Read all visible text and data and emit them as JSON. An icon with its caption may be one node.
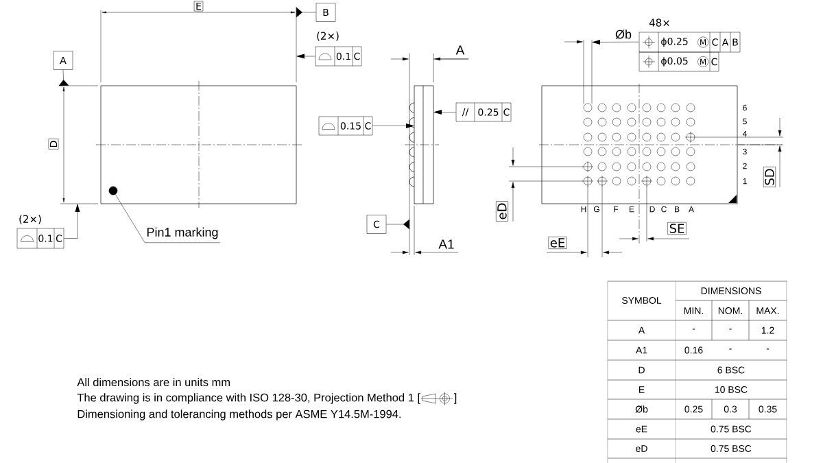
{
  "diagram": {
    "nodes": [
      {
        "text": [],
        "shape": "box"
      },
      {
        "text": [],
        "shape": "circle",
        "in": 0
      },
      {
        "text": [
          "Pin1 marking"
        ]
      },
      {
        "text": [
          "A"
        ]
      },
      {
        "text": [
          "B"
        ]
      },
      {
        "text": [
          "0.1",
          "C"
        ],
        "beside": [
          "(2×)"
        ]
      },
      {
        "text": [
          "0.1",
          "C"
        ],
        "beside": [
          "(2×)"
        ]
      },
      {
        "text": [],
        "shape": "box"
      },
      {
        "text": [
          "0.15",
          "C"
        ]
      },
      {
        "text": [
          "//",
          "0.25",
          "C"
        ]
      },
      {
        "text": [
          "C"
        ]
      },
      {
        "text": [],
        "shape": "box"
      },
      {
        "text": [
          "ϕ0.25",
          "M",
          "C",
          "A",
          "B",
          "ϕ0.05",
          "M",
          "C"
        ],
        "beside": [
          "48×"
        ]
      }
    ],
    "edges": [
      {
        "from": 2,
        "to": 1,
        "arrow": "none"
      },
      {
        "from": 3,
        "to": null,
        "arrow": "other"
      },
      {
        "from": 4,
        "to": null,
        "arrow": "other"
      },
      {
        "from": 5,
        "to": null,
        "arrow": "to"
      },
      {
        "from": 6,
        "to": null,
        "arrow": "to"
      },
      {
        "from": 8,
        "to": 7,
        "arrow": "to"
      },
      {
        "from": 9,
        "to": 7,
        "arrow": "to"
      },
      {
        "from": 10,
        "to": null,
        "arrow": "other"
      },
      {
        "from": 12,
        "to": null,
        "arrow": "to"
      }
    ],
    "labels": [
      "E",
      "D",
      "A",
      "A1",
      "Øb",
      "6",
      "5",
      "4",
      "3",
      "2",
      "1",
      "H",
      "G",
      "F",
      "E",
      "D",
      "C",
      "B",
      "A",
      "SD",
      "eD",
      "SE",
      "eE",
      "SYMBOL",
      "DIMENSIONS",
      "MIN.",
      "NOM.",
      "MAX.",
      "A",
      "-",
      "-",
      "1.2",
      "A1",
      "0.16",
      "-",
      "-",
      "D",
      "6 BSC",
      "E",
      "10 BSC",
      "Øb",
      "0.25",
      "0.3",
      "0.35",
      "eE",
      "0.75 BSC",
      "eD",
      "0.75 BSC",
      "All dimensions are in units mm",
      "The drawing is in compliance with ISO 128-30, Projection Method 1 [",
      "]",
      "Dimensioning and tolerancing methods per ASME Y14.5M-1994."
    ]
  }
}
